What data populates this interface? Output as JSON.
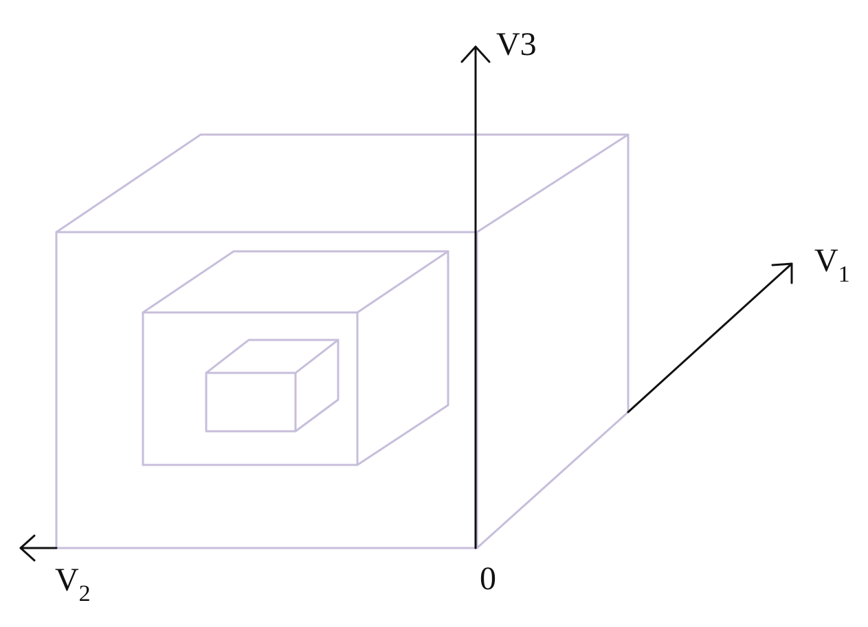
{
  "axes": {
    "v1": {
      "letter": "V",
      "subscript": "1"
    },
    "v2": {
      "letter": "V",
      "subscript": "2"
    },
    "v3": {
      "letter": "V",
      "subscript": "3"
    },
    "origin": "0"
  },
  "colors": {
    "box_stroke": "#c7bedb",
    "axis_stroke": "#111111",
    "background": "#ffffff"
  }
}
